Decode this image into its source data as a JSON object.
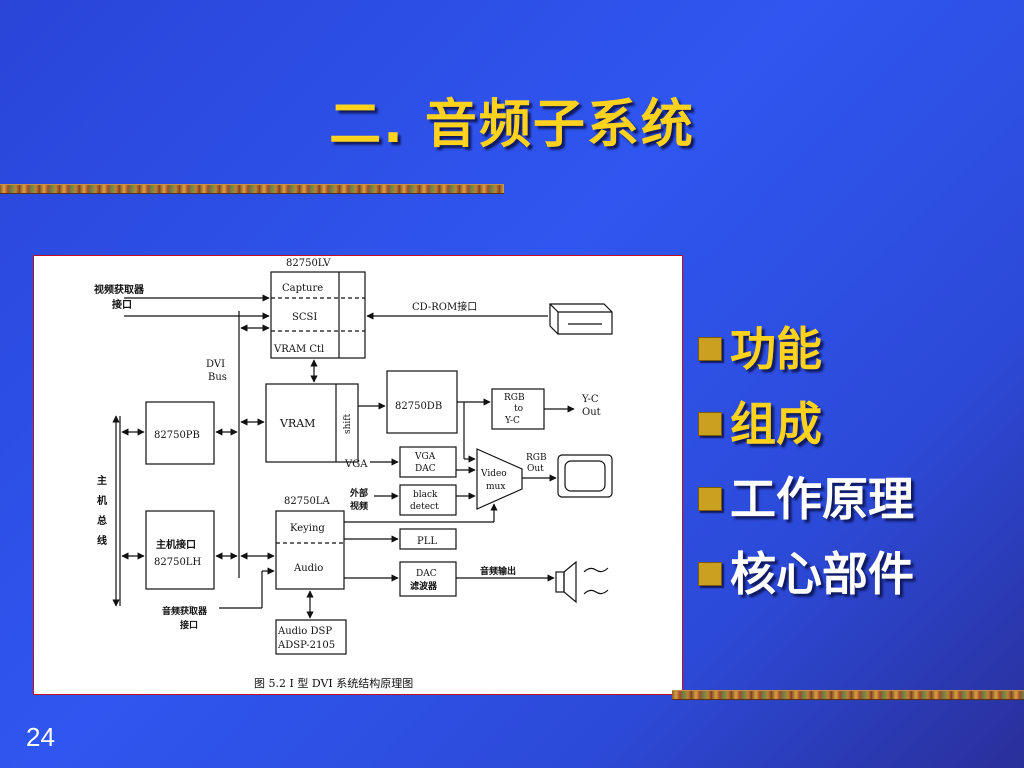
{
  "slide": {
    "title": "二. 音频子系统",
    "page_number": "24",
    "bullets": [
      {
        "label": "功能",
        "color": "#ffd21e"
      },
      {
        "label": "组成",
        "color": "#ffd21e"
      },
      {
        "label": "工作原理",
        "color": "#ffffff"
      },
      {
        "label": "核心部件",
        "color": "#ffffff"
      }
    ],
    "colors": {
      "title": "#ffd21e",
      "bullet_marker": "#c9a020",
      "background": "#2f56f0"
    }
  },
  "diagram": {
    "caption": "图 5.2   I 型 DVI 系统结构原理图",
    "labels": {
      "video_capture_if_1": "视频获取器",
      "video_capture_if_2": "接口",
      "chip_82750lv": "82750LV",
      "capture": "Capture",
      "scsi": "SCSI",
      "vram_ctl": "VRAM Ctl",
      "cdrom_if": "CD-ROM接口",
      "dvi_bus_1": "DVI",
      "dvi_bus_2": "Bus",
      "vram": "VRAM",
      "shift": "shift",
      "chip_82750db": "82750DB",
      "rgb_to_yc_1": "RGB",
      "rgb_to_yc_2": "to",
      "rgb_to_yc_3": "Y-C",
      "yc_out_1": "Y-C",
      "yc_out_2": "Out",
      "chip_82750pb": "82750PB",
      "vga": "VGA",
      "vga_dac_1": "VGA",
      "vga_dac_2": "DAC",
      "video_mux_1": "Video",
      "video_mux_2": "mux",
      "rgb_out_1": "RGB",
      "rgb_out_2": "Out",
      "external_video_1": "外部",
      "external_video_2": "视频",
      "black_detect_1": "black",
      "black_detect_2": "detect",
      "chip_82750la": "82750LA",
      "keying": "Keying",
      "audio": "Audio",
      "host_bus_1": "主",
      "host_bus_2": "机",
      "host_bus_3": "总",
      "host_bus_4": "线",
      "host_if_1": "主机接口",
      "host_if_2": "82750LH",
      "pll": "PLL",
      "dac_filter_1": "DAC",
      "dac_filter_2": "滤波器",
      "audio_out": "音频输出",
      "audio_capture_if_1": "音频获取器",
      "audio_capture_if_2": "接口",
      "audio_dsp_1": "Audio DSP",
      "audio_dsp_2": "ADSP-2105"
    }
  }
}
